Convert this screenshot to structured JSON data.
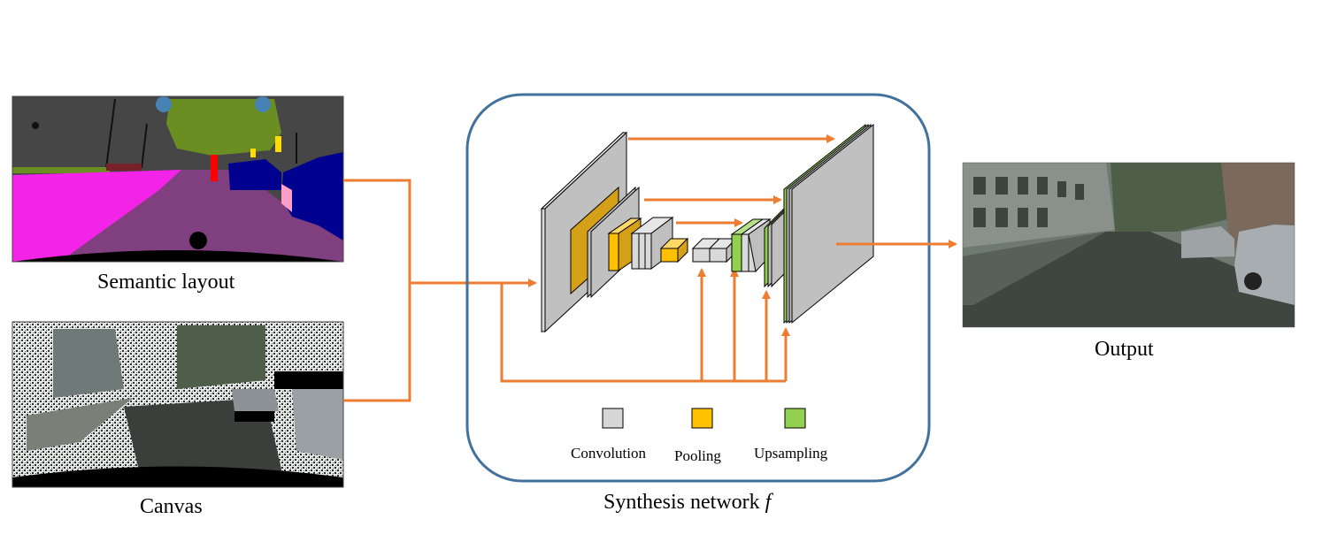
{
  "inputs": {
    "semantic_caption": "Semantic layout",
    "canvas_caption": "Canvas"
  },
  "network": {
    "caption": "Synthesis network",
    "function_symbol": "f",
    "legend": [
      {
        "label": "Convolution",
        "color": "#d6d6d6"
      },
      {
        "label": "Pooling",
        "color": "#ffc000"
      },
      {
        "label": "Upsampling",
        "color": "#92d050"
      }
    ]
  },
  "output": {
    "caption": "Output"
  },
  "colors": {
    "arrow": "#ed7d31",
    "frame": "#41719c",
    "conv": "#c0c0c0",
    "pool": "#d4a017",
    "upsample": "#92d050"
  }
}
